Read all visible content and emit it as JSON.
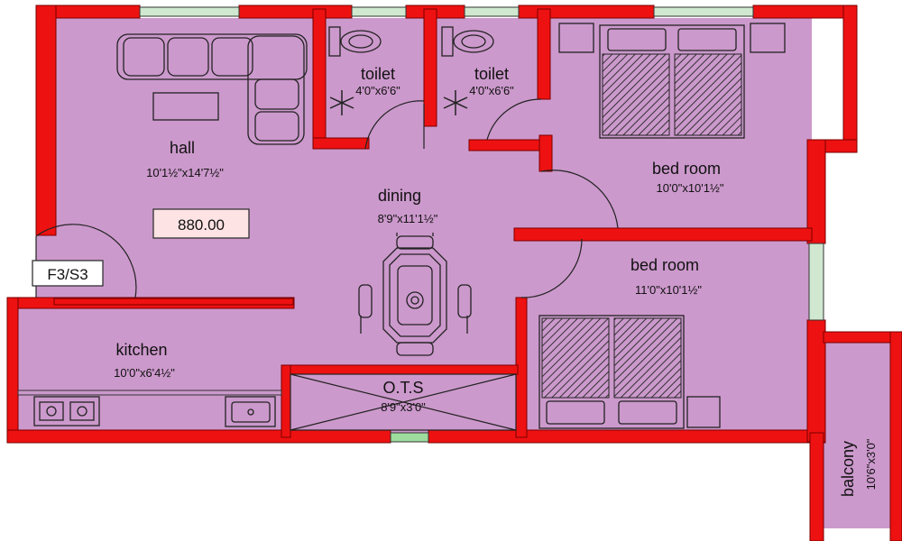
{
  "colors": {
    "wall": "#ee1111",
    "floor": "#cc99cc",
    "line": "#222222",
    "window": "#9edc9e",
    "area_badge": "#fde3e3"
  },
  "area_badge": "880.00",
  "unit_tag": "F3/S3",
  "rooms": {
    "hall": {
      "name": "hall",
      "dims": "10'1½\"x14'7½\""
    },
    "dining": {
      "name": "dining",
      "dims": "8'9\"x11'1½\""
    },
    "kitchen": {
      "name": "kitchen",
      "dims": "10'0\"x6'4½\""
    },
    "toilet1": {
      "name": "toilet",
      "dims": "4'0\"x6'6\""
    },
    "toilet2": {
      "name": "toilet",
      "dims": "4'0\"x6'6\""
    },
    "bedroom1": {
      "name": "bed room",
      "dims": "10'0\"x10'1½\""
    },
    "bedroom2": {
      "name": "bed room",
      "dims": "11'0\"x10'1½\""
    },
    "ots": {
      "name": "O.T.S",
      "dims": "8'9\"x3'0\""
    },
    "balcony": {
      "name": "balcony",
      "dims": "10'6\"x3'0\""
    }
  }
}
